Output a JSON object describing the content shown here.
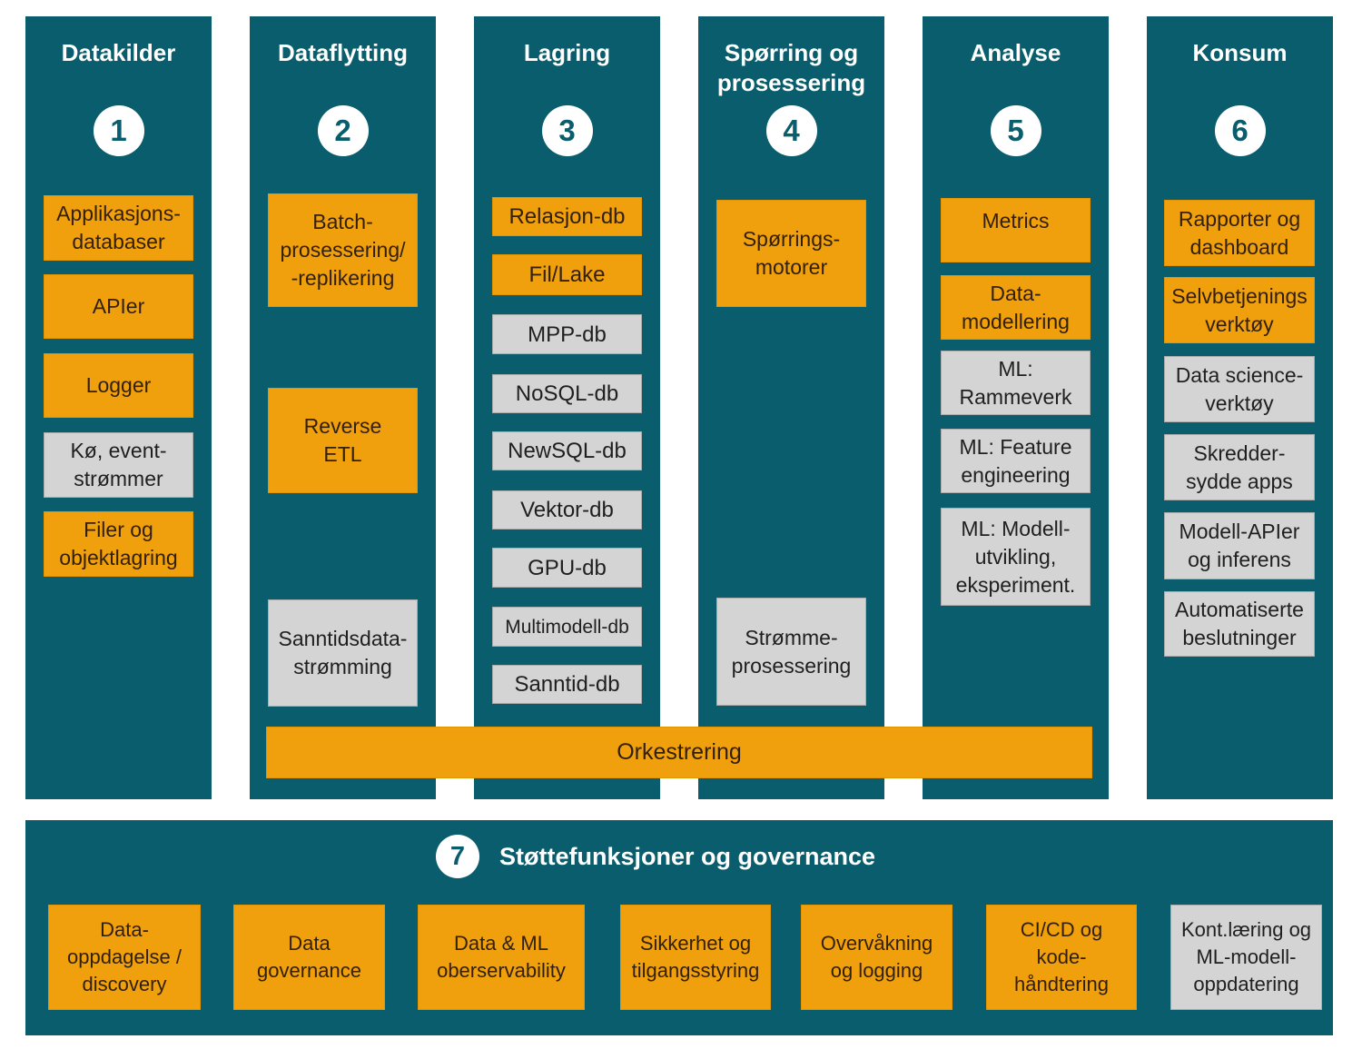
{
  "palette": {
    "teal": "#095D6C",
    "orange": "#F0A00C",
    "gray": "#D4D4D4",
    "title_text": "#FFFFFF",
    "box_text": "#33200A"
  },
  "columns": [
    {
      "number": "1",
      "title": "Datakilder",
      "boxes": [
        {
          "label": "Applikasjons-\ndatabaser",
          "variant": "orange"
        },
        {
          "label": "APIer",
          "variant": "orange"
        },
        {
          "label": "Logger",
          "variant": "orange"
        },
        {
          "label": "Kø, event-\nstrømmer",
          "variant": "gray"
        },
        {
          "label": "Filer og\nobjektlagring",
          "variant": "orange"
        }
      ]
    },
    {
      "number": "2",
      "title": "Dataflytting",
      "boxes": [
        {
          "label": "Batch-\nprosessering/\n-replikering",
          "variant": "orange"
        },
        {
          "label": "Reverse\nETL",
          "variant": "orange"
        },
        {
          "label": "Sanntidsdata-\nstrømming",
          "variant": "gray"
        }
      ]
    },
    {
      "number": "3",
      "title": "Lagring",
      "boxes": [
        {
          "label": "Relasjon-db",
          "variant": "orange"
        },
        {
          "label": "Fil/Lake",
          "variant": "orange"
        },
        {
          "label": "MPP-db",
          "variant": "gray"
        },
        {
          "label": "NoSQL-db",
          "variant": "gray"
        },
        {
          "label": "NewSQL-db",
          "variant": "gray"
        },
        {
          "label": "Vektor-db",
          "variant": "gray"
        },
        {
          "label": "GPU-db",
          "variant": "gray"
        },
        {
          "label": "Multimodell-db",
          "variant": "gray"
        },
        {
          "label": "Sanntid-db",
          "variant": "gray"
        }
      ]
    },
    {
      "number": "4",
      "title": "Spørring og\nprosessering",
      "boxes": [
        {
          "label": "Spørrings-\nmotorer",
          "variant": "orange"
        },
        {
          "label": "Strømme-\nprosessering",
          "variant": "gray"
        }
      ]
    },
    {
      "number": "5",
      "title": "Analyse",
      "boxes": [
        {
          "label": "Metrics",
          "variant": "orange"
        },
        {
          "label": "Data-\nmodellering",
          "variant": "orange"
        },
        {
          "label": "ML:\nRammeverk",
          "variant": "gray"
        },
        {
          "label": "ML: Feature\nengineering",
          "variant": "gray"
        },
        {
          "label": "ML: Modell-\nutvikling,\neksperiment.",
          "variant": "gray"
        }
      ]
    },
    {
      "number": "6",
      "title": "Konsum",
      "boxes": [
        {
          "label": "Rapporter og\ndashboard",
          "variant": "orange"
        },
        {
          "label": "Selvbetjenings\nverktøy",
          "variant": "orange"
        },
        {
          "label": "Data science-\nverktøy",
          "variant": "gray"
        },
        {
          "label": "Skredder-\nsydde apps",
          "variant": "gray"
        },
        {
          "label": "Modell-APIer\nog inferens",
          "variant": "gray"
        },
        {
          "label": "Automatiserte\nbeslutninger",
          "variant": "gray"
        }
      ]
    }
  ],
  "orchestration": {
    "label": "Orkestrering"
  },
  "governance": {
    "number": "7",
    "title": "Støttefunksjoner og governance",
    "boxes": [
      {
        "label": "Data-\noppdagelse /\ndiscovery",
        "variant": "orange"
      },
      {
        "label": "Data\ngovernance",
        "variant": "orange"
      },
      {
        "label": "Data & ML\noberservability",
        "variant": "orange"
      },
      {
        "label": "Sikkerhet og\ntilgangsstyring",
        "variant": "orange"
      },
      {
        "label": "Overvåkning\nog logging",
        "variant": "orange"
      },
      {
        "label": "CI/CD og\nkode-\nhåndtering",
        "variant": "orange"
      },
      {
        "label": "Kont.læring og\nML-modell-\noppdatering",
        "variant": "gray"
      }
    ]
  }
}
